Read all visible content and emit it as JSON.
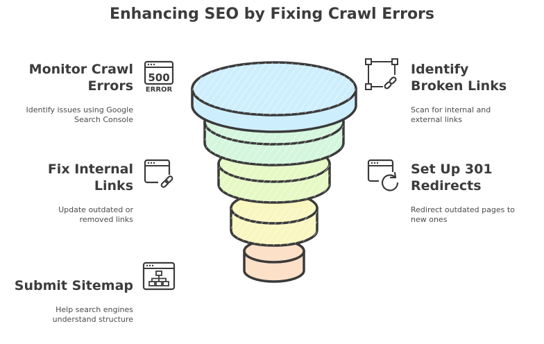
{
  "title": "Enhancing SEO by Fixing Crawl Errors",
  "colors": {
    "tier1": "#cdeefd",
    "tier2": "#d3f6dc",
    "tier3": "#e5f9c4",
    "tier4": "#f9f7c0",
    "tier5": "#fde0c8",
    "stroke": "#3a3a3a"
  },
  "steps": [
    {
      "id": "monitor",
      "heading_line1": "Monitor Crawl",
      "heading_line2": "Errors",
      "desc_line1": "Identify issues using Google",
      "desc_line2": "Search Console",
      "icon": "error-500-icon",
      "icon_text_top": "500",
      "icon_text_bottom": "ERROR"
    },
    {
      "id": "identify",
      "heading_line1": "Identify",
      "heading_line2": "Broken Links",
      "desc_line1": "Scan for internal and",
      "desc_line2": "external links",
      "icon": "broken-link-icon"
    },
    {
      "id": "fix",
      "heading_line1": "Fix Internal",
      "heading_line2": "Links",
      "desc_line1": "Update outdated or",
      "desc_line2": "removed links",
      "icon": "browser-link-icon"
    },
    {
      "id": "redirect",
      "heading_line1": "Set Up 301",
      "heading_line2": "Redirects",
      "desc_line1": "Redirect outdated pages to",
      "desc_line2": "new ones",
      "icon": "browser-redirect-icon"
    },
    {
      "id": "sitemap",
      "heading_line1": "Submit Sitemap",
      "desc_line1": "Help search engines",
      "desc_line2": "understand structure",
      "icon": "sitemap-icon"
    }
  ]
}
